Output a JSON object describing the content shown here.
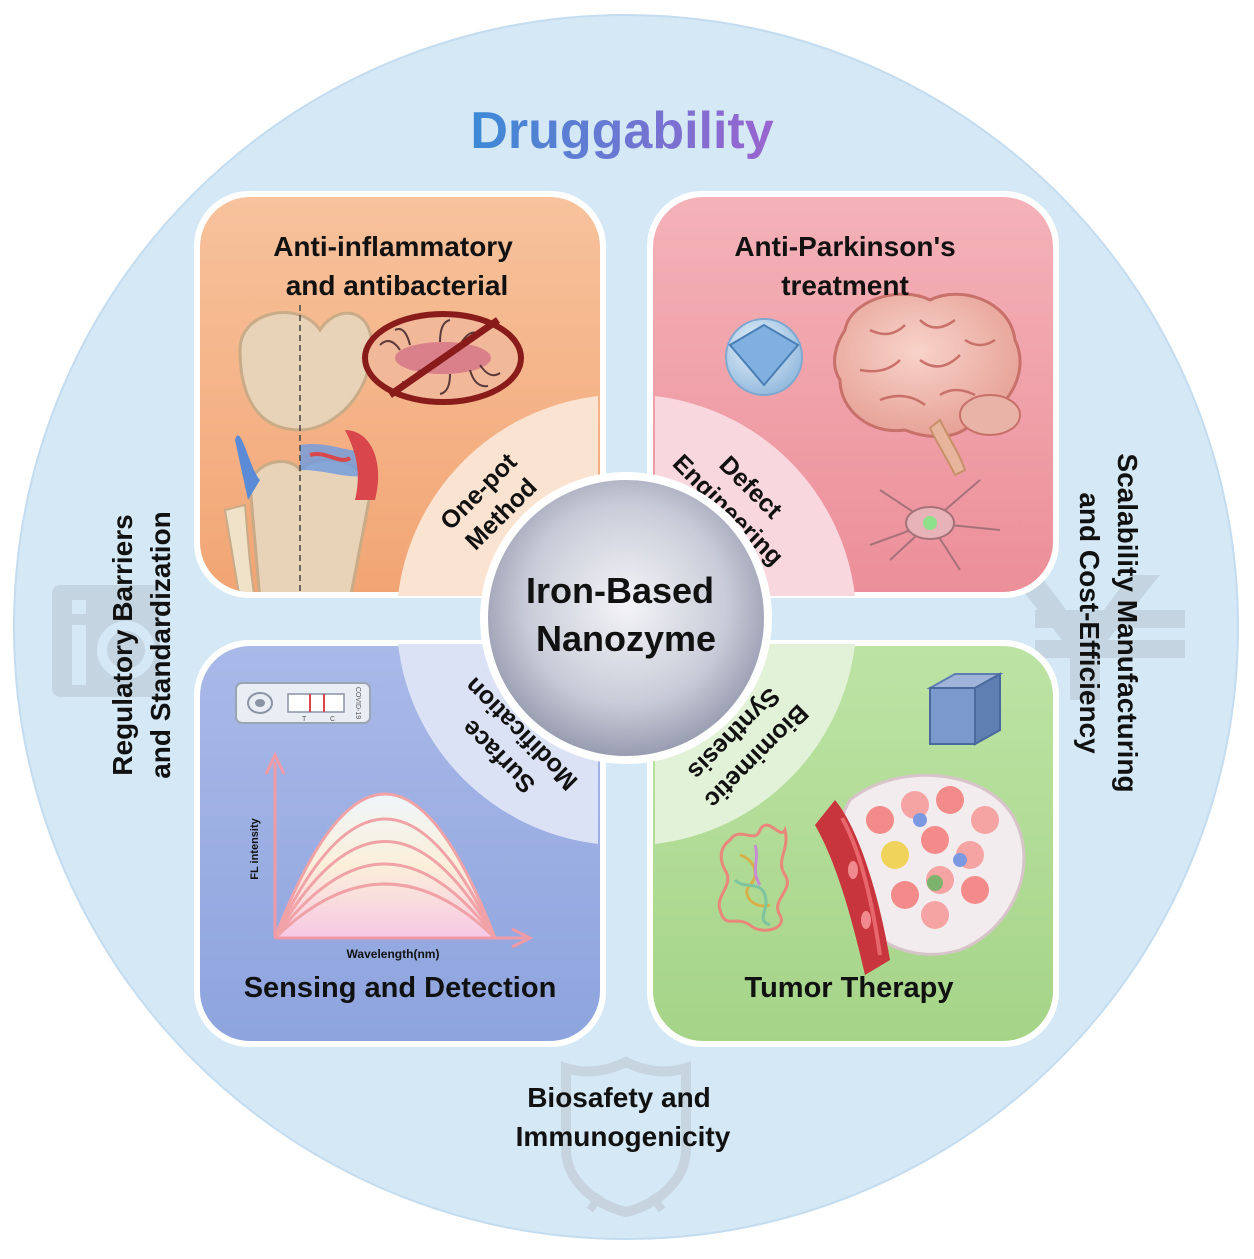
{
  "title": "Druggability",
  "center": {
    "line1": "Iron-Based",
    "line2": "Nanozyme"
  },
  "quadrants": {
    "top_left": {
      "title_line1": "Anti-inflammatory",
      "title_line2": "and antibacterial",
      "color": "#f5b587"
    },
    "top_right": {
      "title_line1": "Anti-Parkinson's",
      "title_line2": "treatment",
      "color": "#f0a0a8"
    },
    "bottom_left": {
      "title": "Sensing and Detection",
      "color": "#9fb2e4"
    },
    "bottom_right": {
      "title": "Tumor Therapy",
      "color": "#b2dc96"
    }
  },
  "methods": {
    "one_pot": {
      "line1": "One-pot",
      "line2": "Method"
    },
    "defect": {
      "line1": "Defect",
      "line2": "Engineering"
    },
    "surface": {
      "line1": "Surface",
      "line2": "Modification"
    },
    "biomimetic": {
      "line1": "Biomimetic",
      "line2": "Synthesis"
    }
  },
  "challenges": {
    "left": {
      "line1": "Regulatory Barriers",
      "line2": "and Standardization"
    },
    "right": {
      "line1": "Scalability Manufacturing",
      "line2": "and Cost-Efficiency"
    },
    "bottom": {
      "line1": "Biosafety and",
      "line2": "Immunogenicity"
    }
  },
  "sensing_chart": {
    "xlabel": "Wavelength(nm)",
    "ylabel": "FL intensity"
  },
  "test_strip": {
    "label": "COVID-19",
    "c_label": "C",
    "t_label": "T"
  },
  "colors": {
    "outer_ring": "#d4e8f6",
    "accent_title_start": "#3c8ad6",
    "accent_title_end": "#9b64cf"
  }
}
